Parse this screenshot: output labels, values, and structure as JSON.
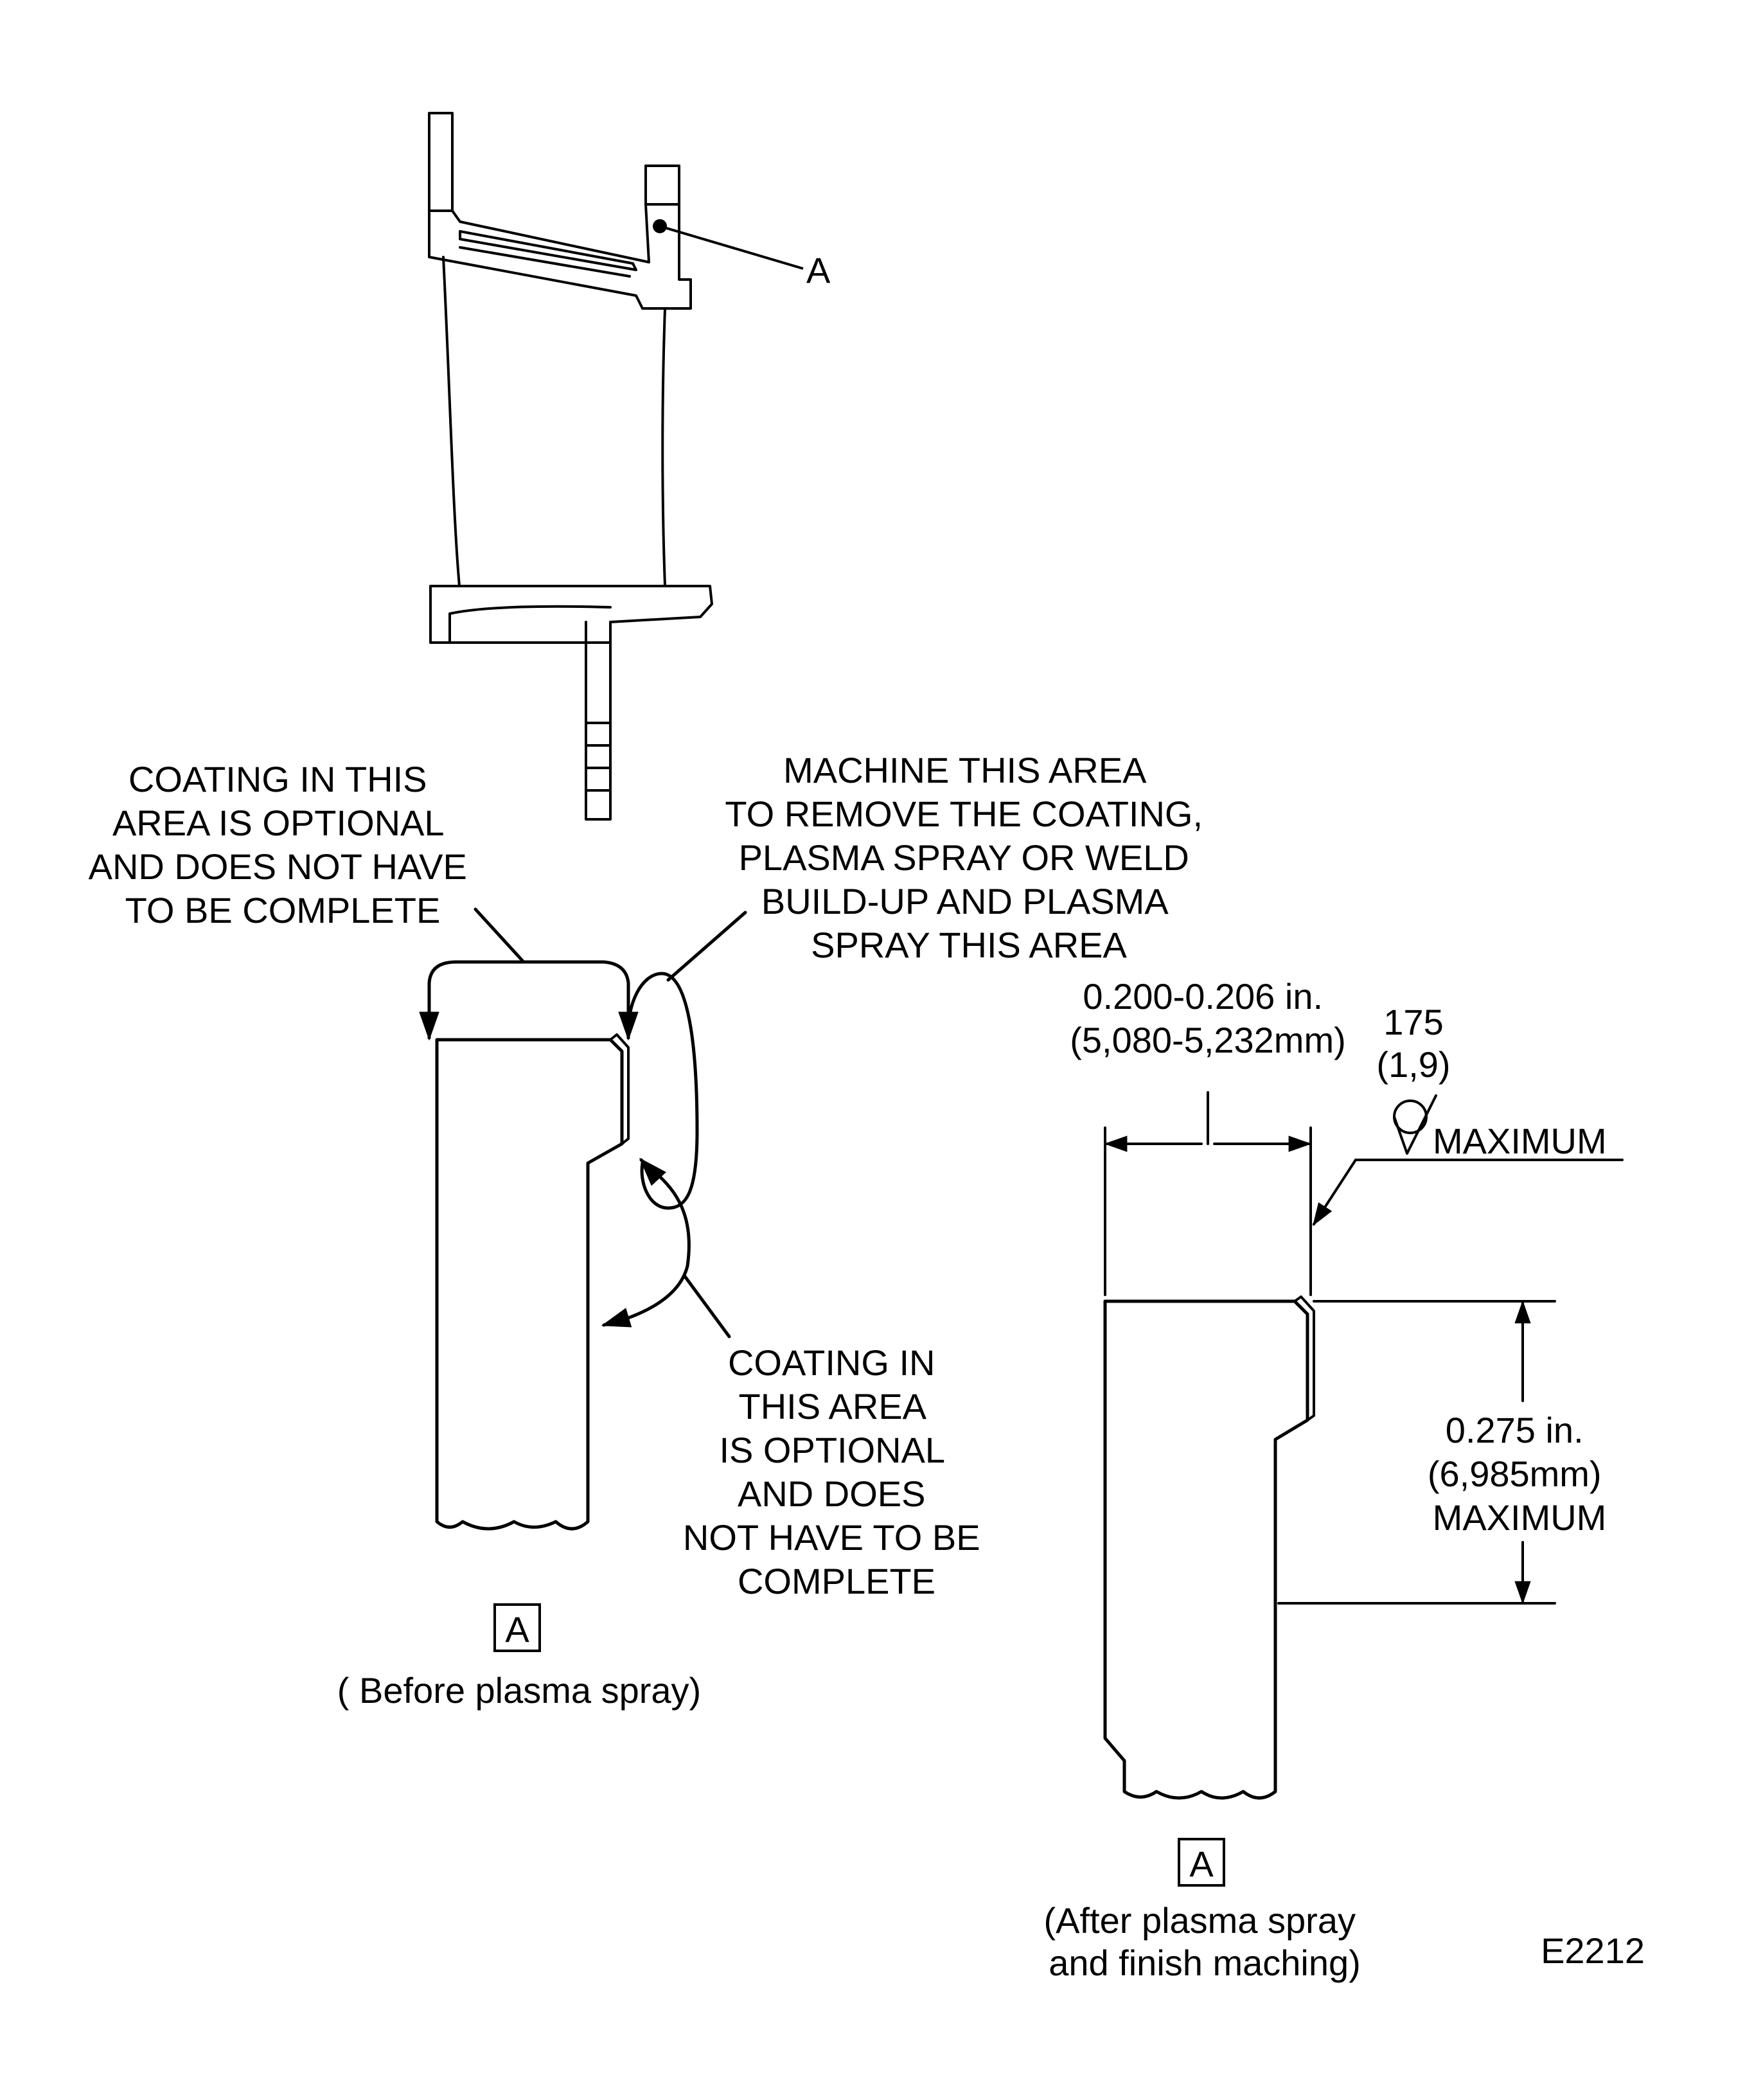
{
  "figure_id": "E2212",
  "overview": {
    "callout_letter": "A"
  },
  "before": {
    "note_top_left": [
      "COATING IN THIS",
      "AREA IS OPTIONAL",
      "AND DOES NOT HAVE",
      "TO BE COMPLETE"
    ],
    "note_top_right": [
      "MACHINE THIS AREA",
      "TO REMOVE THE COATING,",
      "PLASMA SPRAY OR WELD",
      "BUILD-UP AND PLASMA",
      "SPRAY THIS AREA"
    ],
    "note_bottom_right": [
      "COATING IN",
      "THIS AREA",
      "IS OPTIONAL",
      "AND DOES",
      "NOT HAVE TO BE",
      "COMPLETE"
    ],
    "view_letter": "A",
    "caption": "( Before plasma spray)"
  },
  "after": {
    "width_dim": [
      "0.200-0.206 in.",
      "(5,080-5,232mm)"
    ],
    "finish_value": "175",
    "finish_metric": "(1,9)",
    "finish_label": "MAXIMUM",
    "height_dim": [
      "0.275 in.",
      "(6,985mm)",
      "MAXIMUM"
    ],
    "view_letter": "A",
    "caption": [
      "(After plasma spray",
      "and finish maching)"
    ]
  }
}
